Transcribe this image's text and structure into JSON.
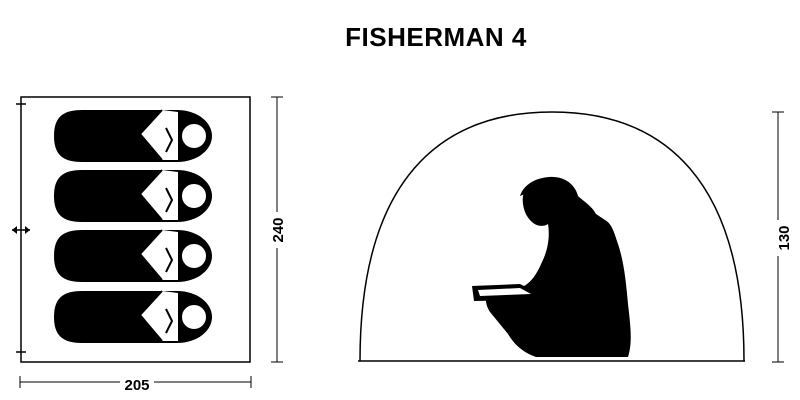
{
  "title": "FISHERMAN 4",
  "floor_plan": {
    "width_label": "205",
    "depth_label": "240",
    "sleeping_bags": 4,
    "door_icon": "double-arrow-icon"
  },
  "side_view": {
    "height_label": "130",
    "figure_icon": "seated-person-reading-icon"
  },
  "colors": {
    "ink": "#000000",
    "background": "#ffffff"
  }
}
